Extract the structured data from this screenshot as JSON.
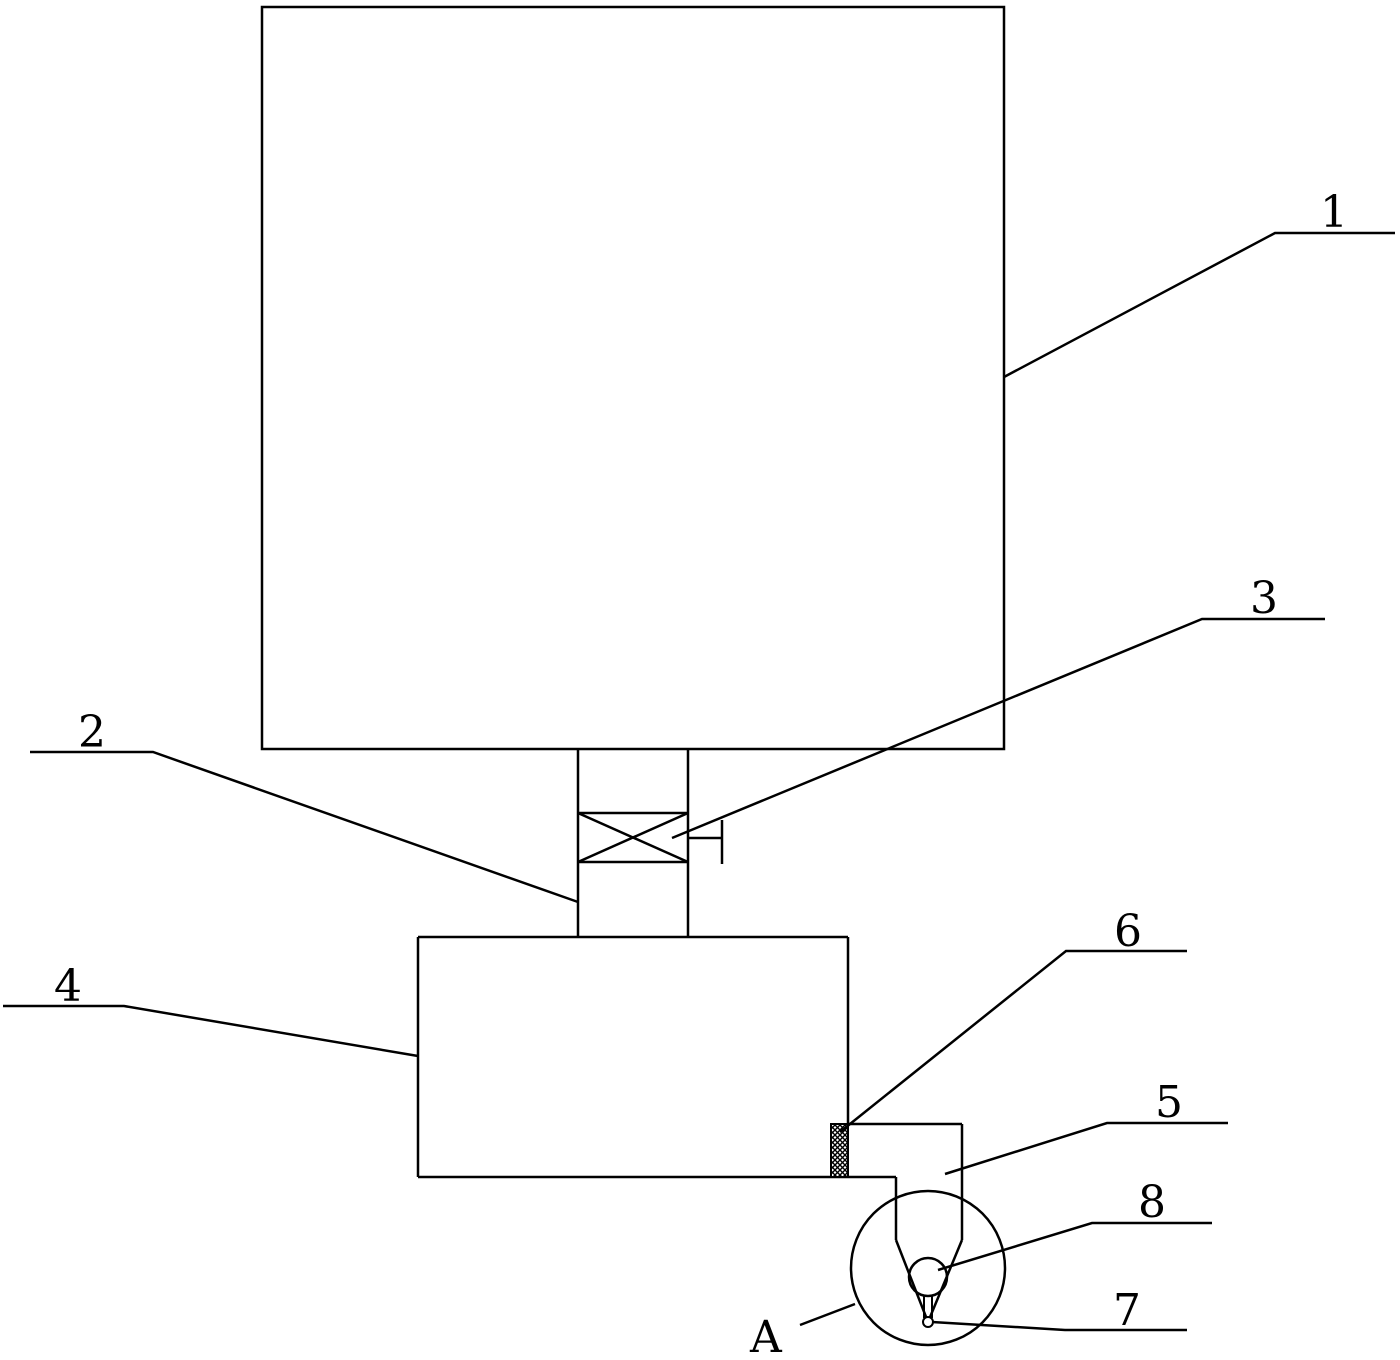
{
  "labels": {
    "l1": "1",
    "l2": "2",
    "l3": "3",
    "l4": "4",
    "l5": "5",
    "l6": "6",
    "l7": "7",
    "l8": "8",
    "lA": "A"
  },
  "colors": {
    "line": "#000000",
    "background": "#ffffff"
  }
}
